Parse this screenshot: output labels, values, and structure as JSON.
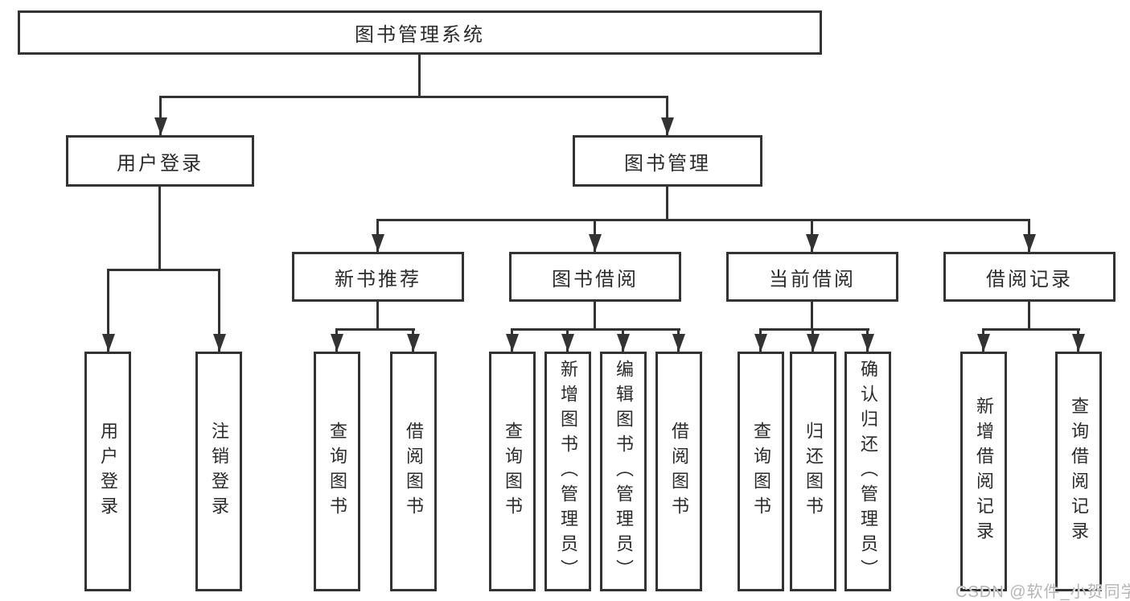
{
  "diagram_colors": {
    "line": "#333333",
    "text": "#2b2b2b",
    "background": "#ffffff",
    "watermark": "#b5b5b5"
  },
  "tree": {
    "root": {
      "label": "图书管理系统"
    },
    "branches": [
      {
        "label": "用户登录",
        "children": [
          {
            "label": "用户登录"
          },
          {
            "label": "注销登录"
          }
        ]
      },
      {
        "label": "图书管理",
        "children": [
          {
            "label": "新书推荐",
            "children": [
              {
                "label": "查询图书"
              },
              {
                "label": "借阅图书"
              }
            ]
          },
          {
            "label": "图书借阅",
            "children": [
              {
                "label": "查询图书"
              },
              {
                "label": "新增图书（管理员）"
              },
              {
                "label": "编辑图书（管理员）"
              },
              {
                "label": "借阅图书"
              }
            ]
          },
          {
            "label": "当前借阅",
            "children": [
              {
                "label": "查询图书"
              },
              {
                "label": "归还图书"
              },
              {
                "label": "确认归还（管理员）"
              }
            ]
          },
          {
            "label": "借阅记录",
            "children": [
              {
                "label": "新增借阅记录"
              },
              {
                "label": "查询借阅记录"
              }
            ]
          }
        ]
      }
    ]
  },
  "watermark": "CSDN @软件_小贺同学"
}
